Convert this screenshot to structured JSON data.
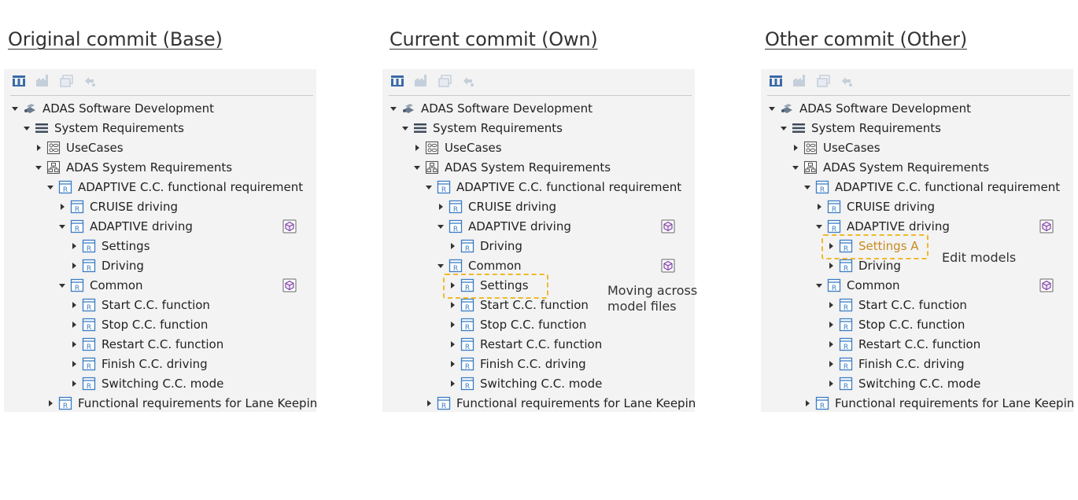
{
  "columns": [
    {
      "title": "Original commit (Base)",
      "rows": [
        {
          "label": "ADAS Software Development",
          "icon": "project-icon",
          "expand": "open"
        },
        {
          "label": "System Requirements",
          "icon": "list-icon",
          "expand": "open"
        },
        {
          "label": "UseCases",
          "icon": "usecase-icon",
          "expand": "closed"
        },
        {
          "label": "ADAS System Requirements",
          "icon": "hierarchy-icon",
          "expand": "open"
        },
        {
          "label": "ADAPTIVE C.C. functional requirement",
          "icon": "requirement-icon",
          "expand": "open"
        },
        {
          "label": "CRUISE driving",
          "icon": "requirement-icon",
          "expand": "closed"
        },
        {
          "label": "ADAPTIVE driving",
          "icon": "requirement-icon",
          "expand": "open",
          "model": true
        },
        {
          "label": "Settings",
          "icon": "requirement-icon",
          "expand": "closed"
        },
        {
          "label": "Driving",
          "icon": "requirement-icon",
          "expand": "closed"
        },
        {
          "label": "Common",
          "icon": "requirement-icon",
          "expand": "open",
          "model": true
        },
        {
          "label": "Start C.C. function",
          "icon": "requirement-icon",
          "expand": "closed"
        },
        {
          "label": "Stop C.C. function",
          "icon": "requirement-icon",
          "expand": "closed"
        },
        {
          "label": "Restart C.C. function",
          "icon": "requirement-icon",
          "expand": "closed"
        },
        {
          "label": "Finish C.C. driving",
          "icon": "requirement-icon",
          "expand": "closed"
        },
        {
          "label": "Switching C.C. mode",
          "icon": "requirement-icon",
          "expand": "closed"
        },
        {
          "label": "Functional requirements for Lane Keeping",
          "icon": "requirement-icon",
          "expand": "closed"
        }
      ]
    },
    {
      "title": "Current commit (Own)",
      "rows": [
        {
          "label": "ADAS Software Development",
          "icon": "project-icon",
          "expand": "open"
        },
        {
          "label": "System Requirements",
          "icon": "list-icon",
          "expand": "open"
        },
        {
          "label": "UseCases",
          "icon": "usecase-icon",
          "expand": "closed"
        },
        {
          "label": "ADAS System Requirements",
          "icon": "hierarchy-icon",
          "expand": "open"
        },
        {
          "label": "ADAPTIVE C.C. functional requirement",
          "icon": "requirement-icon",
          "expand": "open"
        },
        {
          "label": "CRUISE driving",
          "icon": "requirement-icon",
          "expand": "closed"
        },
        {
          "label": "ADAPTIVE driving",
          "icon": "requirement-icon",
          "expand": "open",
          "model": true
        },
        {
          "label": "Driving",
          "icon": "requirement-icon",
          "expand": "closed"
        },
        {
          "label": "Common",
          "icon": "requirement-icon",
          "expand": "open",
          "model": true
        },
        {
          "label": "Settings",
          "icon": "requirement-icon",
          "expand": "closed",
          "highlight": true
        },
        {
          "label": "Start C.C. function",
          "icon": "requirement-icon",
          "expand": "closed"
        },
        {
          "label": "Stop C.C. function",
          "icon": "requirement-icon",
          "expand": "closed"
        },
        {
          "label": "Restart C.C. function",
          "icon": "requirement-icon",
          "expand": "closed"
        },
        {
          "label": "Finish C.C. driving",
          "icon": "requirement-icon",
          "expand": "closed"
        },
        {
          "label": "Switching C.C. mode",
          "icon": "requirement-icon",
          "expand": "closed"
        },
        {
          "label": "Functional requirements for Lane Keeping",
          "icon": "requirement-icon",
          "expand": "closed"
        }
      ],
      "note": "Moving across\nmodel files"
    },
    {
      "title": "Other commit (Other)",
      "rows": [
        {
          "label": "ADAS Software Development",
          "icon": "project-icon",
          "expand": "open"
        },
        {
          "label": "System Requirements",
          "icon": "list-icon",
          "expand": "open"
        },
        {
          "label": "UseCases",
          "icon": "usecase-icon",
          "expand": "closed"
        },
        {
          "label": "ADAS System Requirements",
          "icon": "hierarchy-icon",
          "expand": "open"
        },
        {
          "label": "ADAPTIVE C.C. functional requirement",
          "icon": "requirement-icon",
          "expand": "open"
        },
        {
          "label": "CRUISE driving",
          "icon": "requirement-icon",
          "expand": "closed"
        },
        {
          "label": "ADAPTIVE driving",
          "icon": "requirement-icon",
          "expand": "open",
          "model": true
        },
        {
          "label": "Settings A",
          "icon": "requirement-icon",
          "expand": "closed",
          "highlight": true,
          "edited": true
        },
        {
          "label": "Driving",
          "icon": "requirement-icon",
          "expand": "closed"
        },
        {
          "label": "Common",
          "icon": "requirement-icon",
          "expand": "open",
          "model": true
        },
        {
          "label": "Start C.C. function",
          "icon": "requirement-icon",
          "expand": "closed"
        },
        {
          "label": "Stop C.C. function",
          "icon": "requirement-icon",
          "expand": "closed"
        },
        {
          "label": "Restart C.C. function",
          "icon": "requirement-icon",
          "expand": "closed"
        },
        {
          "label": "Finish C.C. driving",
          "icon": "requirement-icon",
          "expand": "closed"
        },
        {
          "label": "Switching C.C. mode",
          "icon": "requirement-icon",
          "expand": "closed"
        },
        {
          "label": "Functional requirements for Lane Keeping",
          "icon": "requirement-icon",
          "expand": "closed"
        }
      ],
      "note": "Edit models"
    }
  ],
  "toolbar_icons": [
    "tree-layout-icon",
    "factory-icon",
    "stack-icon",
    "sync-arrows-icon"
  ],
  "colors": {
    "panel_bg": "#f3f3f3",
    "requirement_blue": "#3a7cc4",
    "highlight": "#f0b92b",
    "edited_text": "#c98a1e",
    "model_purple": "#7a3aa0"
  }
}
